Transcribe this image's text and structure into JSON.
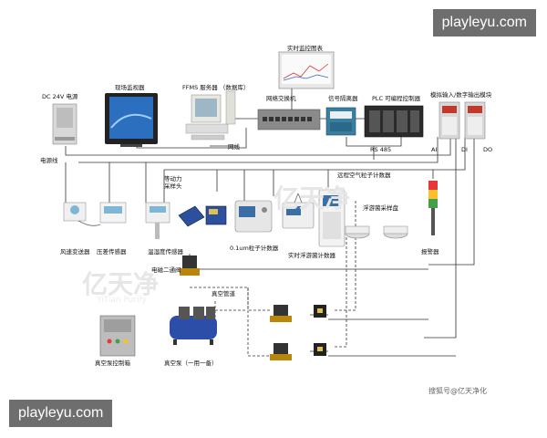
{
  "watermark": {
    "site": "playleyu.com",
    "credit": "搜狐号@亿天净化",
    "brand": "亿天净",
    "brand_sub": "YiTian Purify"
  },
  "labels": {
    "chart": "实时监控图表",
    "dc24": "DC 24V 电源",
    "monitor": "现场监视器",
    "ffms": "FFMS 服务器 （数据库）",
    "switch": "网络交换机",
    "isolator": "信号隔离器",
    "plc": "PLC 可编程控制器",
    "aio": "模拟输入/数字输出模块",
    "power_line": "电源线",
    "netline": "网线",
    "rs485": "RS 485",
    "ai": "AI",
    "di": "DI",
    "do": "DO",
    "remote": "远程空气粒子计数器",
    "isokinetic": "等动力\n采样头",
    "wind": "风速变送器",
    "pressure": "压差传感器",
    "temp": "温湿度传感器",
    "particle": "0.1um粒子计数器",
    "plankton": "实时浮游菌计数器",
    "plate": "浮游菌采样盘",
    "alarm": "报警器",
    "valve": "电磁二通阀",
    "vacpipe": "真空管道",
    "vcbox": "真空泵控制箱",
    "vpump": "真空泵（一用一备）"
  }
}
